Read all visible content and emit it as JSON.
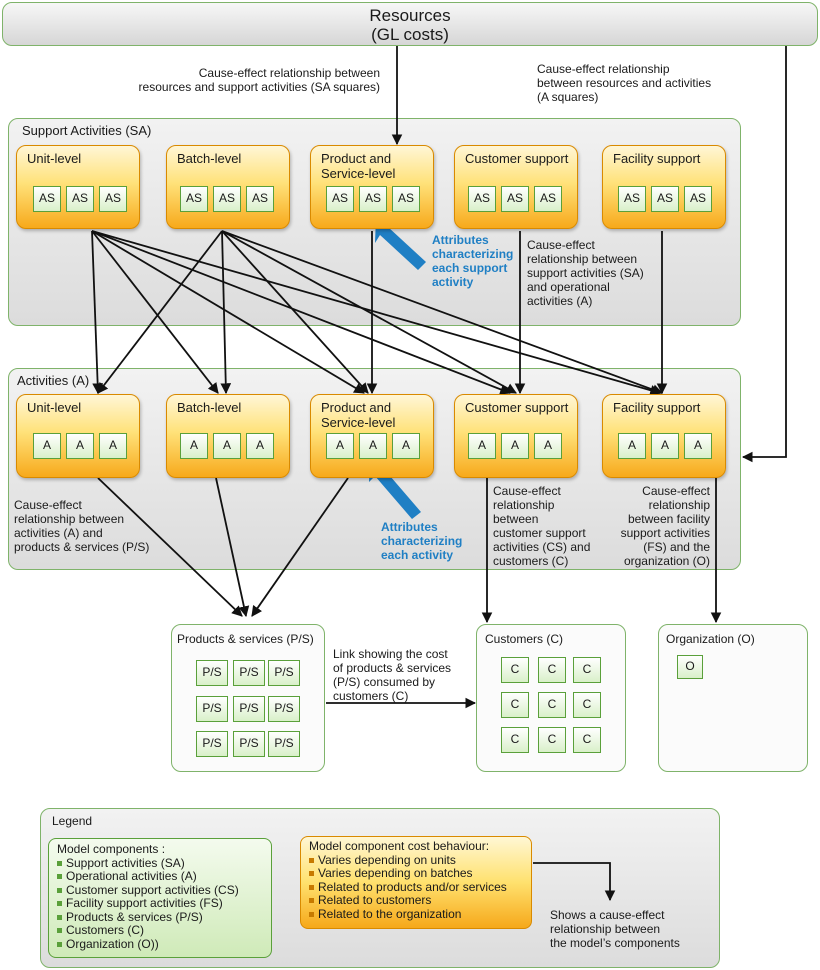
{
  "resources": {
    "line1": "Resources",
    "line2": "(GL costs)"
  },
  "top_labels": {
    "resources_to_sa": [
      "Cause-effect relationship between",
      "resources and support activities (SA squares)"
    ],
    "resources_to_a": [
      "Cause-effect relationship",
      "between resources and activities",
      "(A squares)"
    ]
  },
  "support_activities": {
    "title": "Support Activities (SA)",
    "square_label": "AS",
    "boxes": [
      {
        "title": [
          "Unit-level"
        ]
      },
      {
        "title": [
          "Batch-level"
        ]
      },
      {
        "title": [
          "Product and",
          "Service-level"
        ]
      },
      {
        "title": [
          "Customer support"
        ]
      },
      {
        "title": [
          "Facility support"
        ]
      }
    ],
    "attributes_note": [
      "Attributes",
      "characterizing",
      "each support",
      "activity"
    ],
    "sa_to_a_note": [
      "Cause-effect",
      "relationship between",
      "support activities (SA)",
      "and operational",
      "activities (A)"
    ]
  },
  "activities": {
    "title": "Activities (A)",
    "square_label": "A",
    "boxes": [
      {
        "title": [
          "Unit-level"
        ]
      },
      {
        "title": [
          "Batch-level"
        ]
      },
      {
        "title": [
          "Product and",
          "Service-level"
        ]
      },
      {
        "title": [
          "Customer support"
        ]
      },
      {
        "title": [
          "Facility support"
        ]
      }
    ],
    "a_to_ps_note": [
      "Cause-effect",
      "relationship between",
      "activities (A) and",
      "products & services (P/S)"
    ],
    "attributes_note": [
      "Attributes",
      "characterizing",
      "each activity"
    ],
    "cs_note": [
      "Cause-effect",
      "relationship",
      "between",
      "customer support",
      "activities (CS) and",
      "customers (C)"
    ],
    "fs_note": [
      "Cause-effect",
      "relationship",
      "between facility",
      "support activities",
      "(FS) and the",
      "organization (O)"
    ]
  },
  "products_services": {
    "title": "Products & services (P/S)",
    "square_label": "P/S"
  },
  "ps_to_customers_note": [
    "Link showing the cost",
    "of products & services",
    "(P/S) consumed by",
    "customers (C)"
  ],
  "customers": {
    "title": "Customers (C)",
    "square_label": "C"
  },
  "organization": {
    "title": "Organization (O)",
    "square_label": "O"
  },
  "legend": {
    "title": "Legend",
    "components_title": "Model components :",
    "components": [
      "Support activities (SA)",
      "Operational activities (A)",
      "Customer support activities  (CS)",
      "Facility support activities (FS)",
      "Products & services (P/S)",
      "Customers (C)",
      "Organization (O))"
    ],
    "behaviour_title": "Model component cost behaviour:",
    "behaviours": [
      "Varies depending on units",
      "Varies depending on batches",
      "Related to products and/or services",
      "Related to customers",
      "Related to the organization"
    ],
    "arrow_note": [
      "Shows a cause-effect",
      "relationship between",
      "the model’s components"
    ]
  },
  "colors": {
    "panel_border": "#7fb36a",
    "activity_orange": "#f7a91b",
    "square_green": "#5aa03a",
    "attribute_blue": "#1f7fc4"
  }
}
